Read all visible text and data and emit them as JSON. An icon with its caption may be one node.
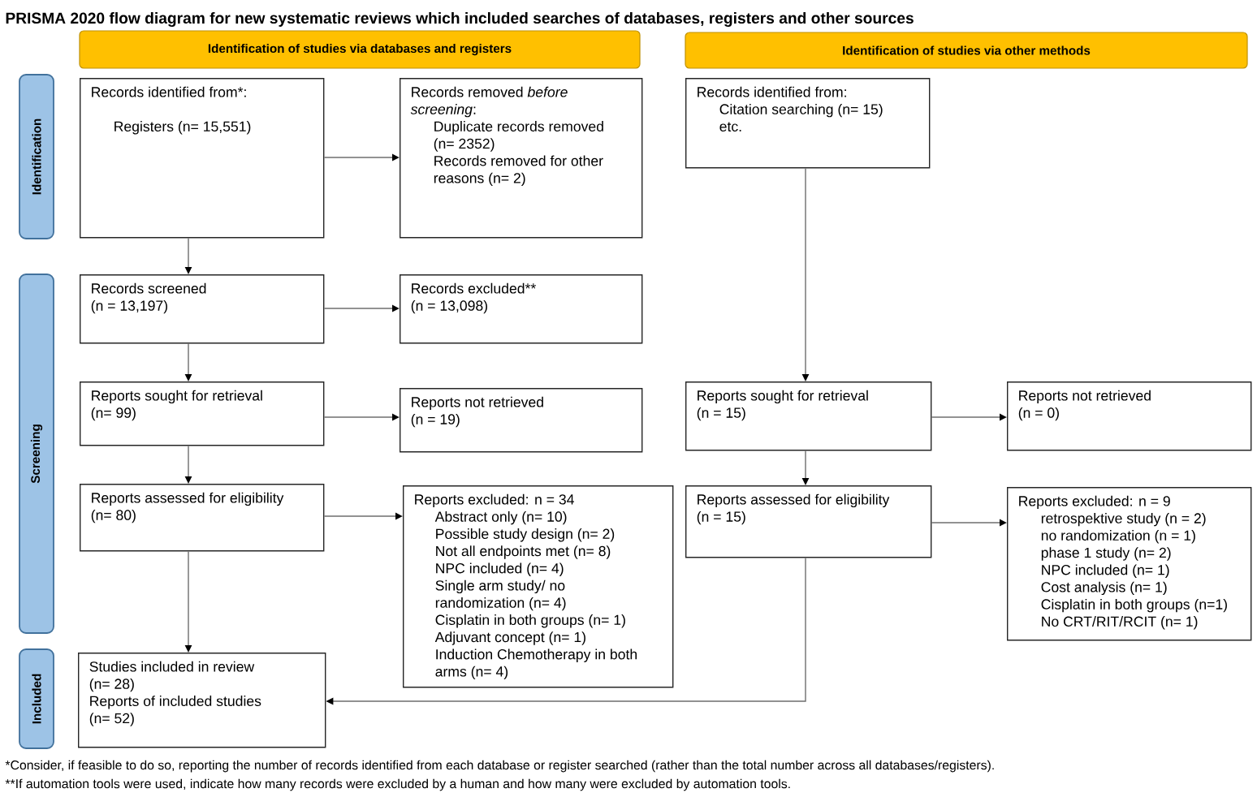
{
  "diagram": {
    "title": "PRISMA 2020 flow diagram for new systematic reviews which included searches of databases, registers and other sources",
    "nodes": [
      {
        "text": [
          "Identification of studies via databases and registers"
        ]
      },
      {
        "text": [
          "Identification of studies via other methods"
        ]
      },
      {
        "text": [
          "Identification"
        ]
      },
      {
        "text": [
          "Screening"
        ]
      },
      {
        "text": [
          "Included"
        ]
      },
      {
        "text": [
          "Records identified from*:",
          "Registers (n= 15,551)"
        ]
      },
      {
        "text": [
          "Records removed *before screening*:",
          "Duplicate records removed",
          "(n= 2352)",
          "Records removed for other reasons (n= 2)"
        ]
      },
      {
        "text": [
          "Records identified from:",
          "Citation searching (n= 15)",
          "etc."
        ]
      },
      {
        "text": [
          "Records screened",
          "(n = 13,197)"
        ]
      },
      {
        "text": [
          "Records excluded**",
          "(n = 13,098)"
        ]
      },
      {
        "text": [
          "Reports sought for retrieval",
          "(n= 99)"
        ]
      },
      {
        "text": [
          "Reports not retrieved",
          "(n = 19)"
        ]
      },
      {
        "text": [
          "Reports sought for retrieval",
          "(n = 15)"
        ]
      },
      {
        "text": [
          "Reports not retrieved",
          "(n = 0)"
        ]
      },
      {
        "text": [
          "Reports assessed for eligibility",
          "(n= 80)"
        ]
      },
      {
        "text": [
          "Reports excluded: n = 34",
          "Abstract only (n= 10)",
          "Possible study design (n= 2)",
          "Not all endpoints met (n= 8)",
          "NPC included (n= 4)",
          "Single arm study/ no randomization (n= 4)",
          "Cisplatin in both groups (n= 1)",
          "Adjuvant concept (n= 1)",
          "Induction Chemotherapy in both arms (n= 4)"
        ]
      },
      {
        "text": [
          "Reports assessed for eligibility",
          "(n = 15)"
        ]
      },
      {
        "text": [
          "Reports excluded: n = 9",
          "retrospektive study (n = 2)",
          "no randomization (n = 1)",
          "phase 1 study (n= 2)",
          "NPC included (n= 1)",
          "Cost analysis (n= 1)",
          "Cisplatin in both groups (n=1)",
          "No CRT/RIT/RCIT (n= 1)"
        ]
      },
      {
        "text": [
          "Studies included in review",
          "(n= 28)",
          "Reports of included studies",
          "(n= 52)"
        ]
      }
    ],
    "edges": [
      {
        "from": 5,
        "to": 6,
        "arrow": "to"
      },
      {
        "from": 5,
        "to": 8,
        "arrow": "to"
      },
      {
        "from": 8,
        "to": 9,
        "arrow": "to"
      },
      {
        "from": 8,
        "to": 10,
        "arrow": "to"
      },
      {
        "from": 10,
        "to": 11,
        "arrow": "to"
      },
      {
        "from": 10,
        "to": 14,
        "arrow": "to"
      },
      {
        "from": 14,
        "to": 15,
        "arrow": "to"
      },
      {
        "from": 14,
        "to": 18,
        "arrow": "to"
      },
      {
        "from": 7,
        "to": 12,
        "arrow": "to"
      },
      {
        "from": 12,
        "to": 13,
        "arrow": "to"
      },
      {
        "from": 12,
        "to": 16,
        "arrow": "to"
      },
      {
        "from": 16,
        "to": 17,
        "arrow": "to"
      },
      {
        "from": 16,
        "to": 18,
        "arrow": "to"
      }
    ],
    "labels": [
      "*Consider, if feasible to do so, reporting the number of records identified from each database or register searched (rather than the total number across all databases/registers).",
      "**If automation tools were used, indicate how many records were excluded by a human and how many were excluded by automation tools."
    ]
  }
}
